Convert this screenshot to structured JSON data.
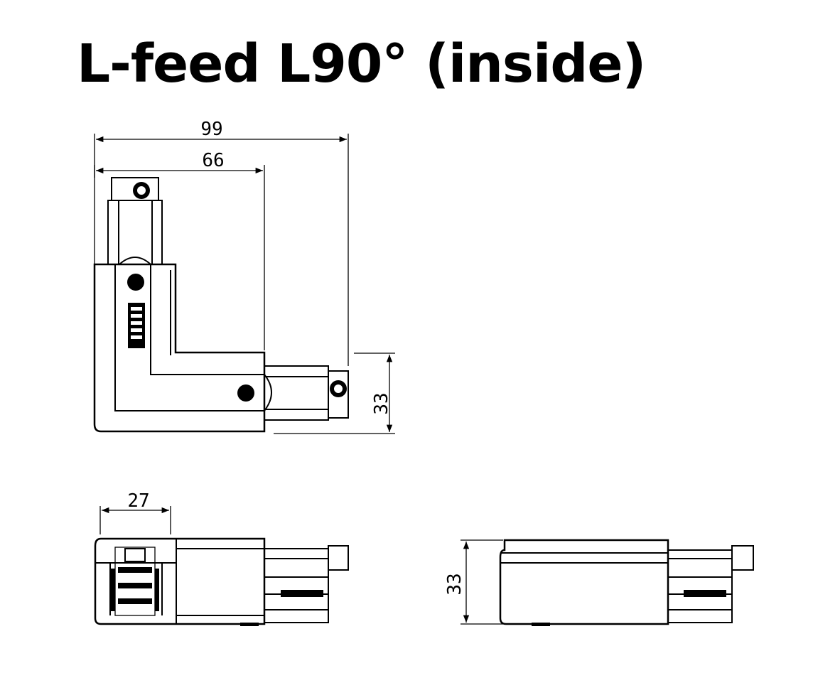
{
  "title": "L-feed L90° (inside)",
  "dimensions": {
    "top_width": "99",
    "inner_width": "66",
    "top_height": "33",
    "side_width": "27",
    "end_height": "33"
  }
}
